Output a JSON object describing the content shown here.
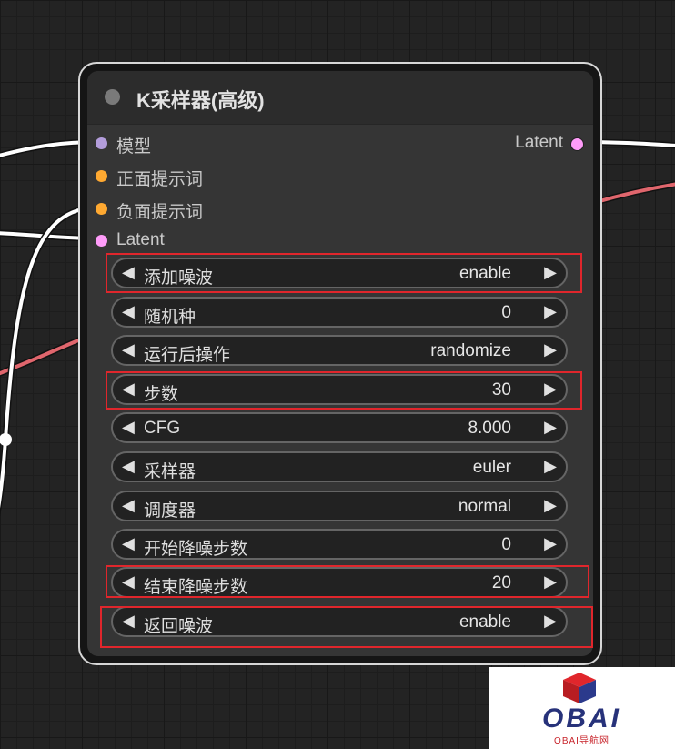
{
  "node": {
    "title": "K采样器(高级)",
    "inputs": [
      {
        "label": "模型",
        "color": "#b39ddb"
      },
      {
        "label": "正面提示词",
        "color": "#ffa931"
      },
      {
        "label": "负面提示词",
        "color": "#ffa931"
      },
      {
        "label": "Latent",
        "color": "#ff9cf9"
      }
    ],
    "output": {
      "label": "Latent",
      "color": "#ff9cf9"
    },
    "widgets": [
      {
        "label": "添加噪波",
        "value": "enable"
      },
      {
        "label": "随机种",
        "value": "0"
      },
      {
        "label": "运行后操作",
        "value": "randomize"
      },
      {
        "label": "步数",
        "value": "30"
      },
      {
        "label": "CFG",
        "value": "8.000"
      },
      {
        "label": "采样器",
        "value": "euler"
      },
      {
        "label": "调度器",
        "value": "normal"
      },
      {
        "label": "开始降噪步数",
        "value": "0"
      },
      {
        "label": "结束降噪步数",
        "value": "20"
      },
      {
        "label": "返回噪波",
        "value": "enable"
      }
    ]
  },
  "watermark": {
    "text": "OBAI",
    "subtitle": "OBAI导航网"
  },
  "colors": {
    "link_white": "#ffffff",
    "link_red": "#e0666d",
    "highlight": "#e0262c"
  }
}
